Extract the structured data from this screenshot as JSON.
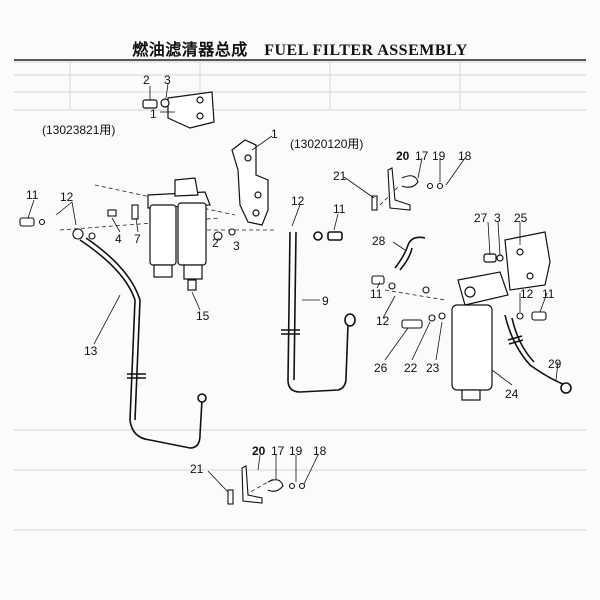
{
  "title": "燃油滤清器总成　FUEL FILTER ASSEMBLY",
  "captions": [
    "(13023821用)",
    "(13020120用)"
  ],
  "callouts": [
    "2",
    "3",
    "1",
    "1",
    "11",
    "12",
    "4",
    "7",
    "2",
    "3",
    "15",
    "13",
    "12",
    "11",
    "9",
    "21",
    "20",
    "17",
    "19",
    "18",
    "28",
    "27",
    "3",
    "25",
    "11",
    "12",
    "12",
    "11",
    "26",
    "22",
    "23",
    "24",
    "29",
    "21",
    "20",
    "17",
    "19",
    "18"
  ]
}
